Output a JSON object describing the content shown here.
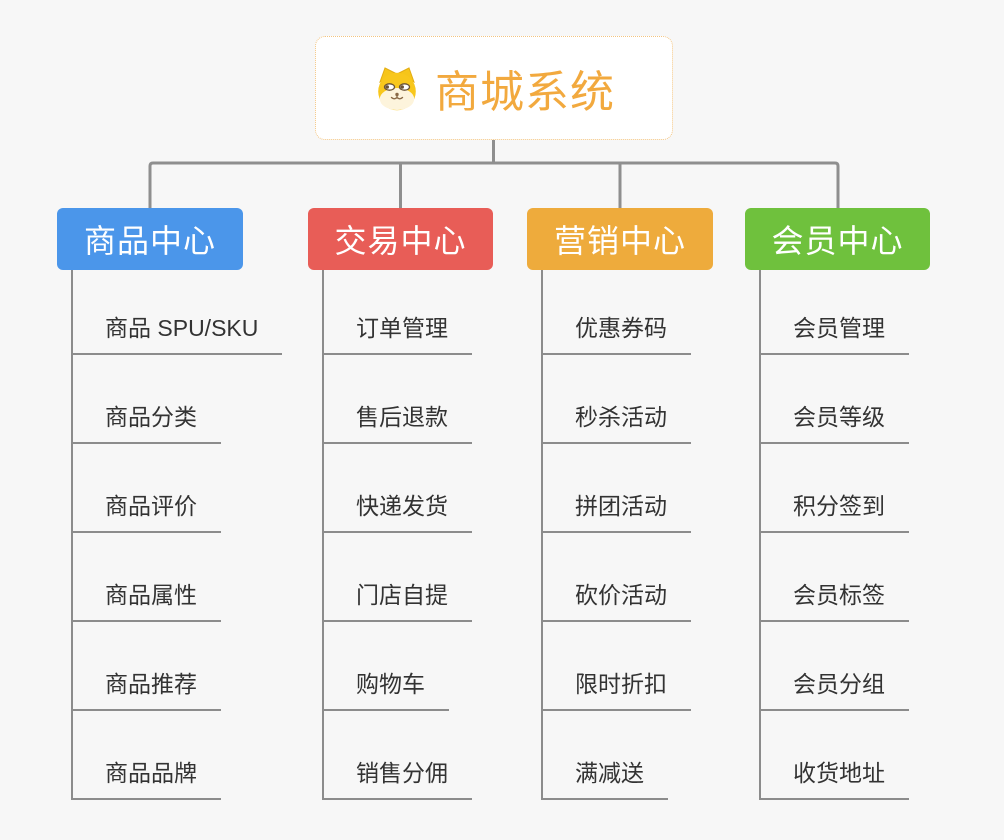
{
  "root": {
    "title": "商城系统",
    "icon": "dog-face-icon",
    "title_color": "#f2a93e",
    "border_color": "#f3c582"
  },
  "branches": [
    {
      "label": "商品中心",
      "color": "#4b96ea",
      "children": [
        "商品 SPU/SKU",
        "商品分类",
        "商品评价",
        "商品属性",
        "商品推荐",
        "商品品牌"
      ]
    },
    {
      "label": "交易中心",
      "color": "#e85d57",
      "children": [
        "订单管理",
        "售后退款",
        "快递发货",
        "门店自提",
        "购物车",
        "销售分佣"
      ]
    },
    {
      "label": "营销中心",
      "color": "#eeab3c",
      "children": [
        "优惠券码",
        "秒杀活动",
        "拼团活动",
        "砍价活动",
        "限时折扣",
        "满减送"
      ]
    },
    {
      "label": "会员中心",
      "color": "#6fc13d",
      "children": [
        "会员管理",
        "会员等级",
        "积分签到",
        "会员标签",
        "会员分组",
        "收货地址"
      ]
    }
  ],
  "colors": {
    "background": "#f7f7f7",
    "connector_line": "#8f8f8f",
    "underline": "#8c8c8c",
    "child_text": "#333333"
  }
}
